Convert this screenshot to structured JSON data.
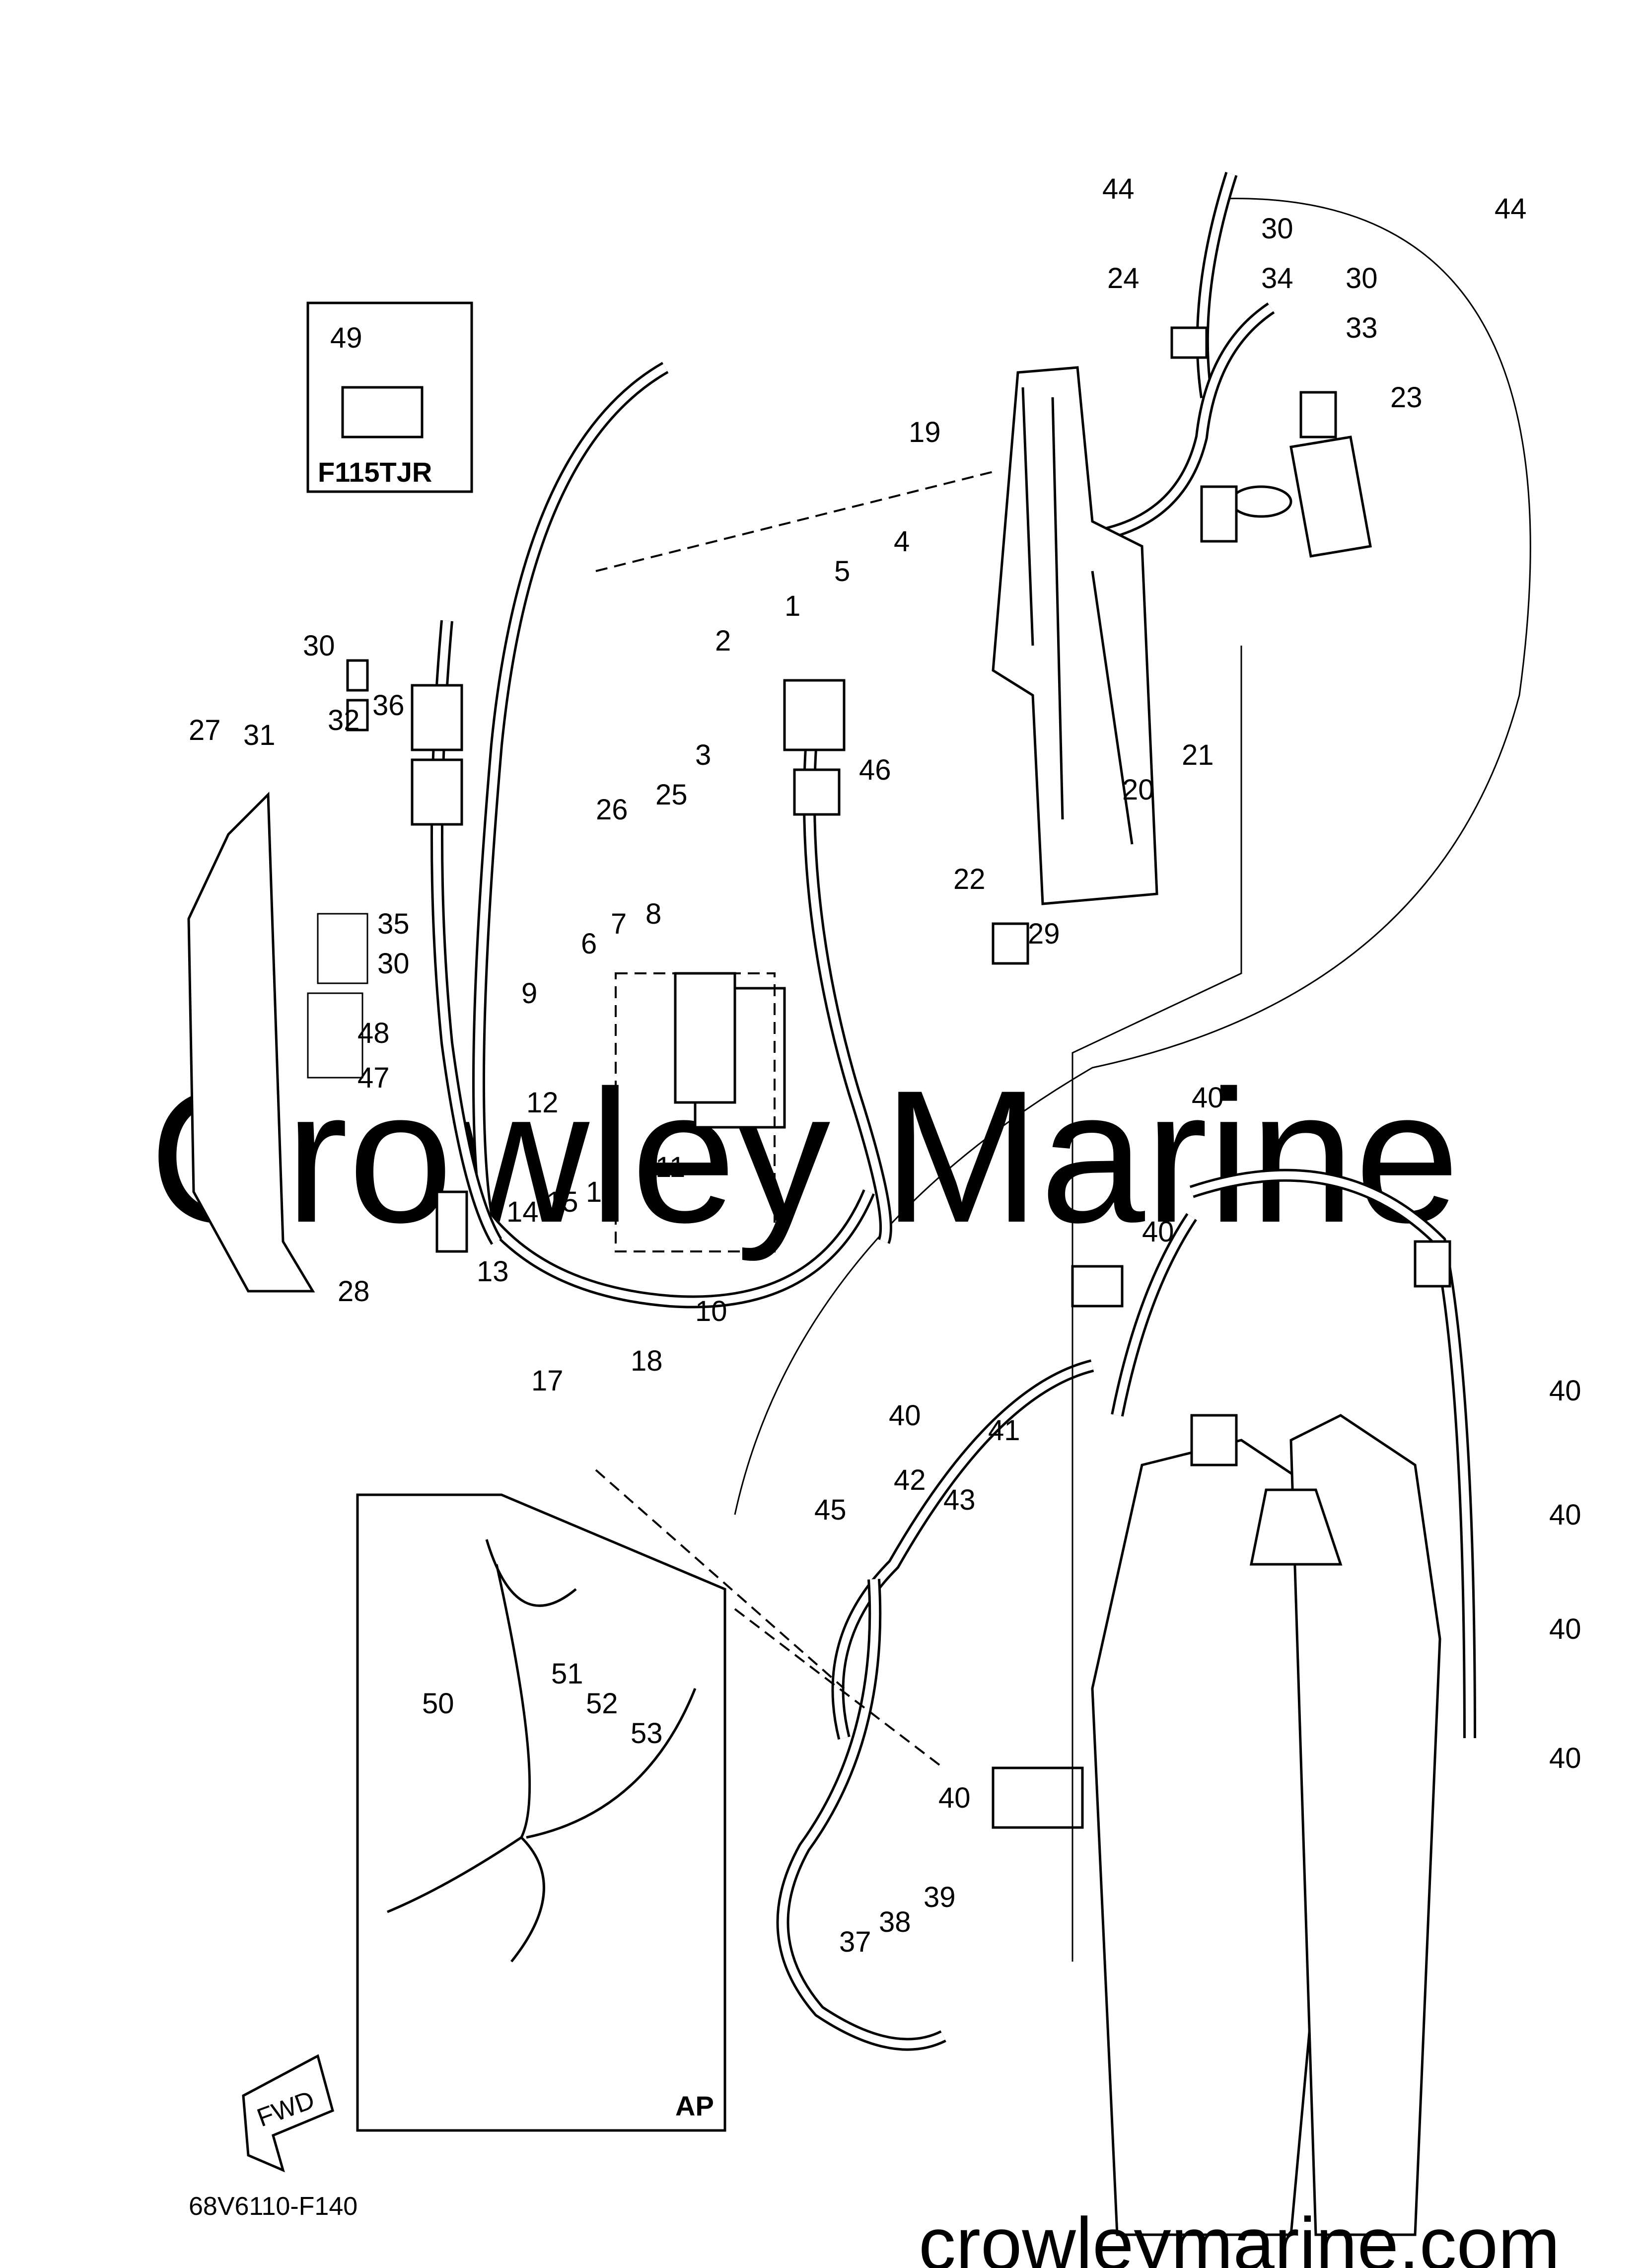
{
  "watermark": "Crowley Marine",
  "website": "crowleymarine.com",
  "diagram_code": "68V6110-F140",
  "inset_f115": {
    "label": "F115TJR",
    "part": "49"
  },
  "inset_ap": {
    "label": "AP",
    "parts": [
      "50",
      "51",
      "52",
      "53"
    ]
  },
  "fwd_arrow": "FWD",
  "callouts": [
    "1",
    "2",
    "3",
    "4",
    "5",
    "6",
    "7",
    "8",
    "9",
    "10",
    "11",
    "12",
    "13",
    "14",
    "15",
    "16",
    "17",
    "18",
    "19",
    "20",
    "21",
    "22",
    "23",
    "24",
    "25",
    "26",
    "27",
    "28",
    "29",
    "30",
    "30",
    "30",
    "30",
    "31",
    "32",
    "33",
    "34",
    "35",
    "36",
    "37",
    "38",
    "39",
    "40",
    "40",
    "40",
    "40",
    "40",
    "40",
    "40",
    "40",
    "41",
    "42",
    "43",
    "44",
    "44",
    "45",
    "46",
    "47",
    "48"
  ]
}
